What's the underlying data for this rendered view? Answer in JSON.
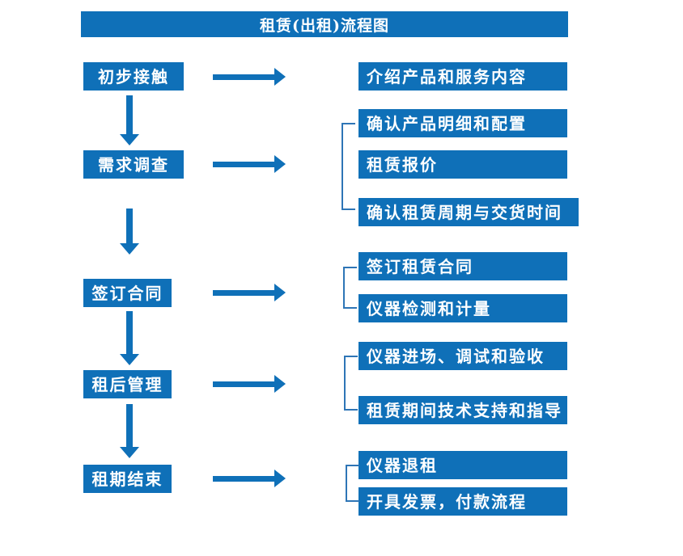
{
  "title": "租赁(出租)流程图",
  "colors": {
    "primary": "#0f70b8",
    "bracket": "#2e75b6",
    "text-on-primary": "#ffffff"
  },
  "flow": [
    {
      "step": "初步接触",
      "details": [
        "介绍产品和服务内容"
      ]
    },
    {
      "step": "需求调查",
      "details": [
        "确认产品明细和配置",
        "租赁报价",
        "确认租赁周期与交货时间"
      ]
    },
    {
      "step": "签订合同",
      "details": [
        "签订租赁合同",
        "仪器检测和计量"
      ]
    },
    {
      "step": "租后管理",
      "details": [
        "仪器进场、调试和验收",
        "租赁期间技术支持和指导"
      ]
    },
    {
      "step": "租期结束",
      "details": [
        "仪器退租",
        "开具发票，付款流程"
      ]
    }
  ]
}
